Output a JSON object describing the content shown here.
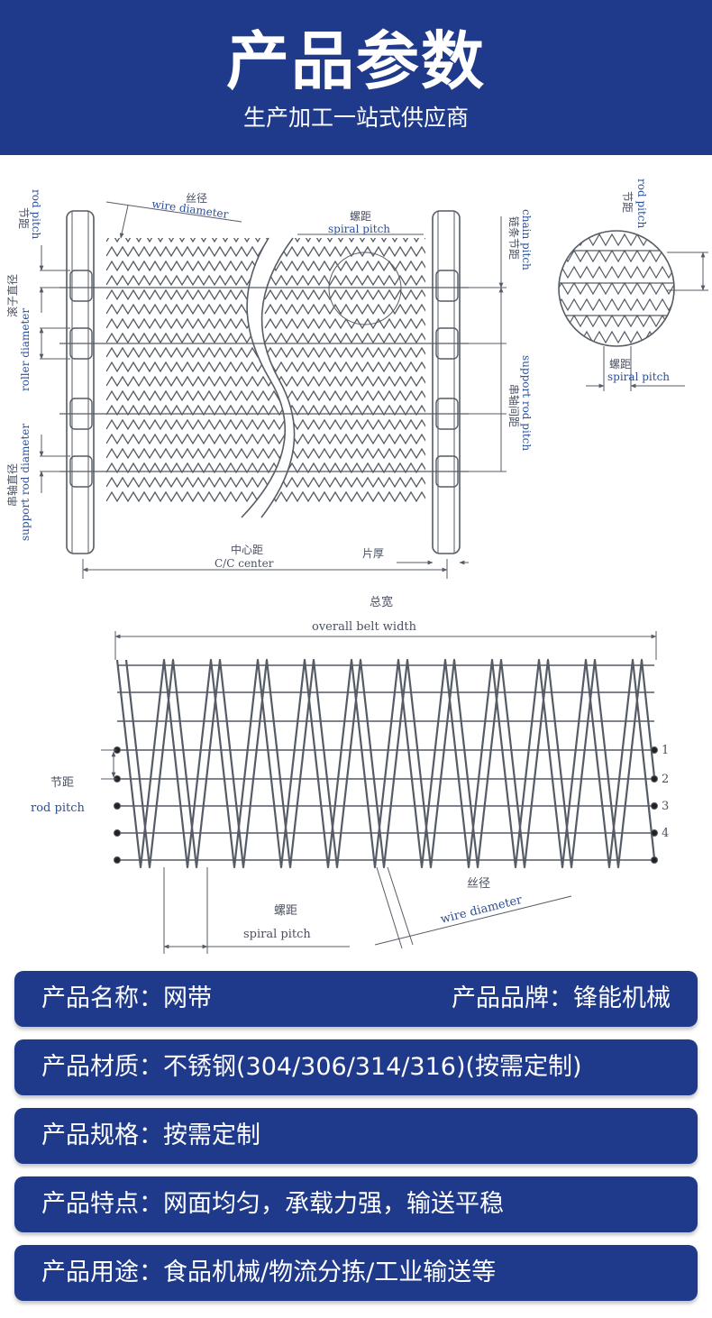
{
  "header": {
    "title": "产品参数",
    "subtitle": "生产加工一站式供应商"
  },
  "diagram_top": {
    "rod_pitch_cn": "节距",
    "rod_pitch_en": "rod pitch",
    "wire_diameter_cn": "丝径",
    "wire_diameter_en": "wire diameter",
    "spiral_pitch_cn": "螺距",
    "spiral_pitch_en": "spiral pitch",
    "chain_pitch_cn": "链条节距",
    "chain_pitch_en": "chain pitch",
    "roller_diameter_cn": "滚子直径",
    "roller_diameter_en": "roller diameter",
    "support_rod_pitch_cn": "串轴间距",
    "support_rod_pitch_en": "support rod pitch",
    "support_rod_diameter_cn": "串轴直径",
    "support_rod_diameter_en": "support rod diameter",
    "cc_center_cn": "中心距",
    "cc_center_en": "C/C center",
    "thickness_cn": "片厚"
  },
  "diagram_circle": {
    "rod_pitch_cn": "节距",
    "rod_pitch_en": "rod pitch",
    "spiral_pitch_cn": "螺距",
    "spiral_pitch_en": "spiral pitch"
  },
  "diagram_bottom": {
    "overall_width_cn": "总宽",
    "overall_width_en": "overall belt width",
    "rod_pitch_cn": "节距",
    "rod_pitch_en": "rod pitch",
    "spiral_pitch_cn": "螺距",
    "spiral_pitch_en": "spiral pitch",
    "wire_diameter_cn": "丝径",
    "wire_diameter_en": "wire diameter",
    "row_labels": [
      "1",
      "2",
      "3",
      "4"
    ]
  },
  "specs": [
    {
      "left": "产品名称：网带",
      "right": "产品品牌：锋能机械"
    },
    {
      "left": "产品材质：不锈钢(304/306/314/316)(按需定制)"
    },
    {
      "left": "产品规格：按需定制"
    },
    {
      "left": "产品特点：网面均匀，承载力强，输送平稳"
    },
    {
      "left": "产品用途：食品机械/物流分拣/工业输送等"
    }
  ],
  "colors": {
    "brand_blue": "#1f3a8a",
    "line_gray": "#555c66",
    "label_blue": "#2a4f9a"
  }
}
